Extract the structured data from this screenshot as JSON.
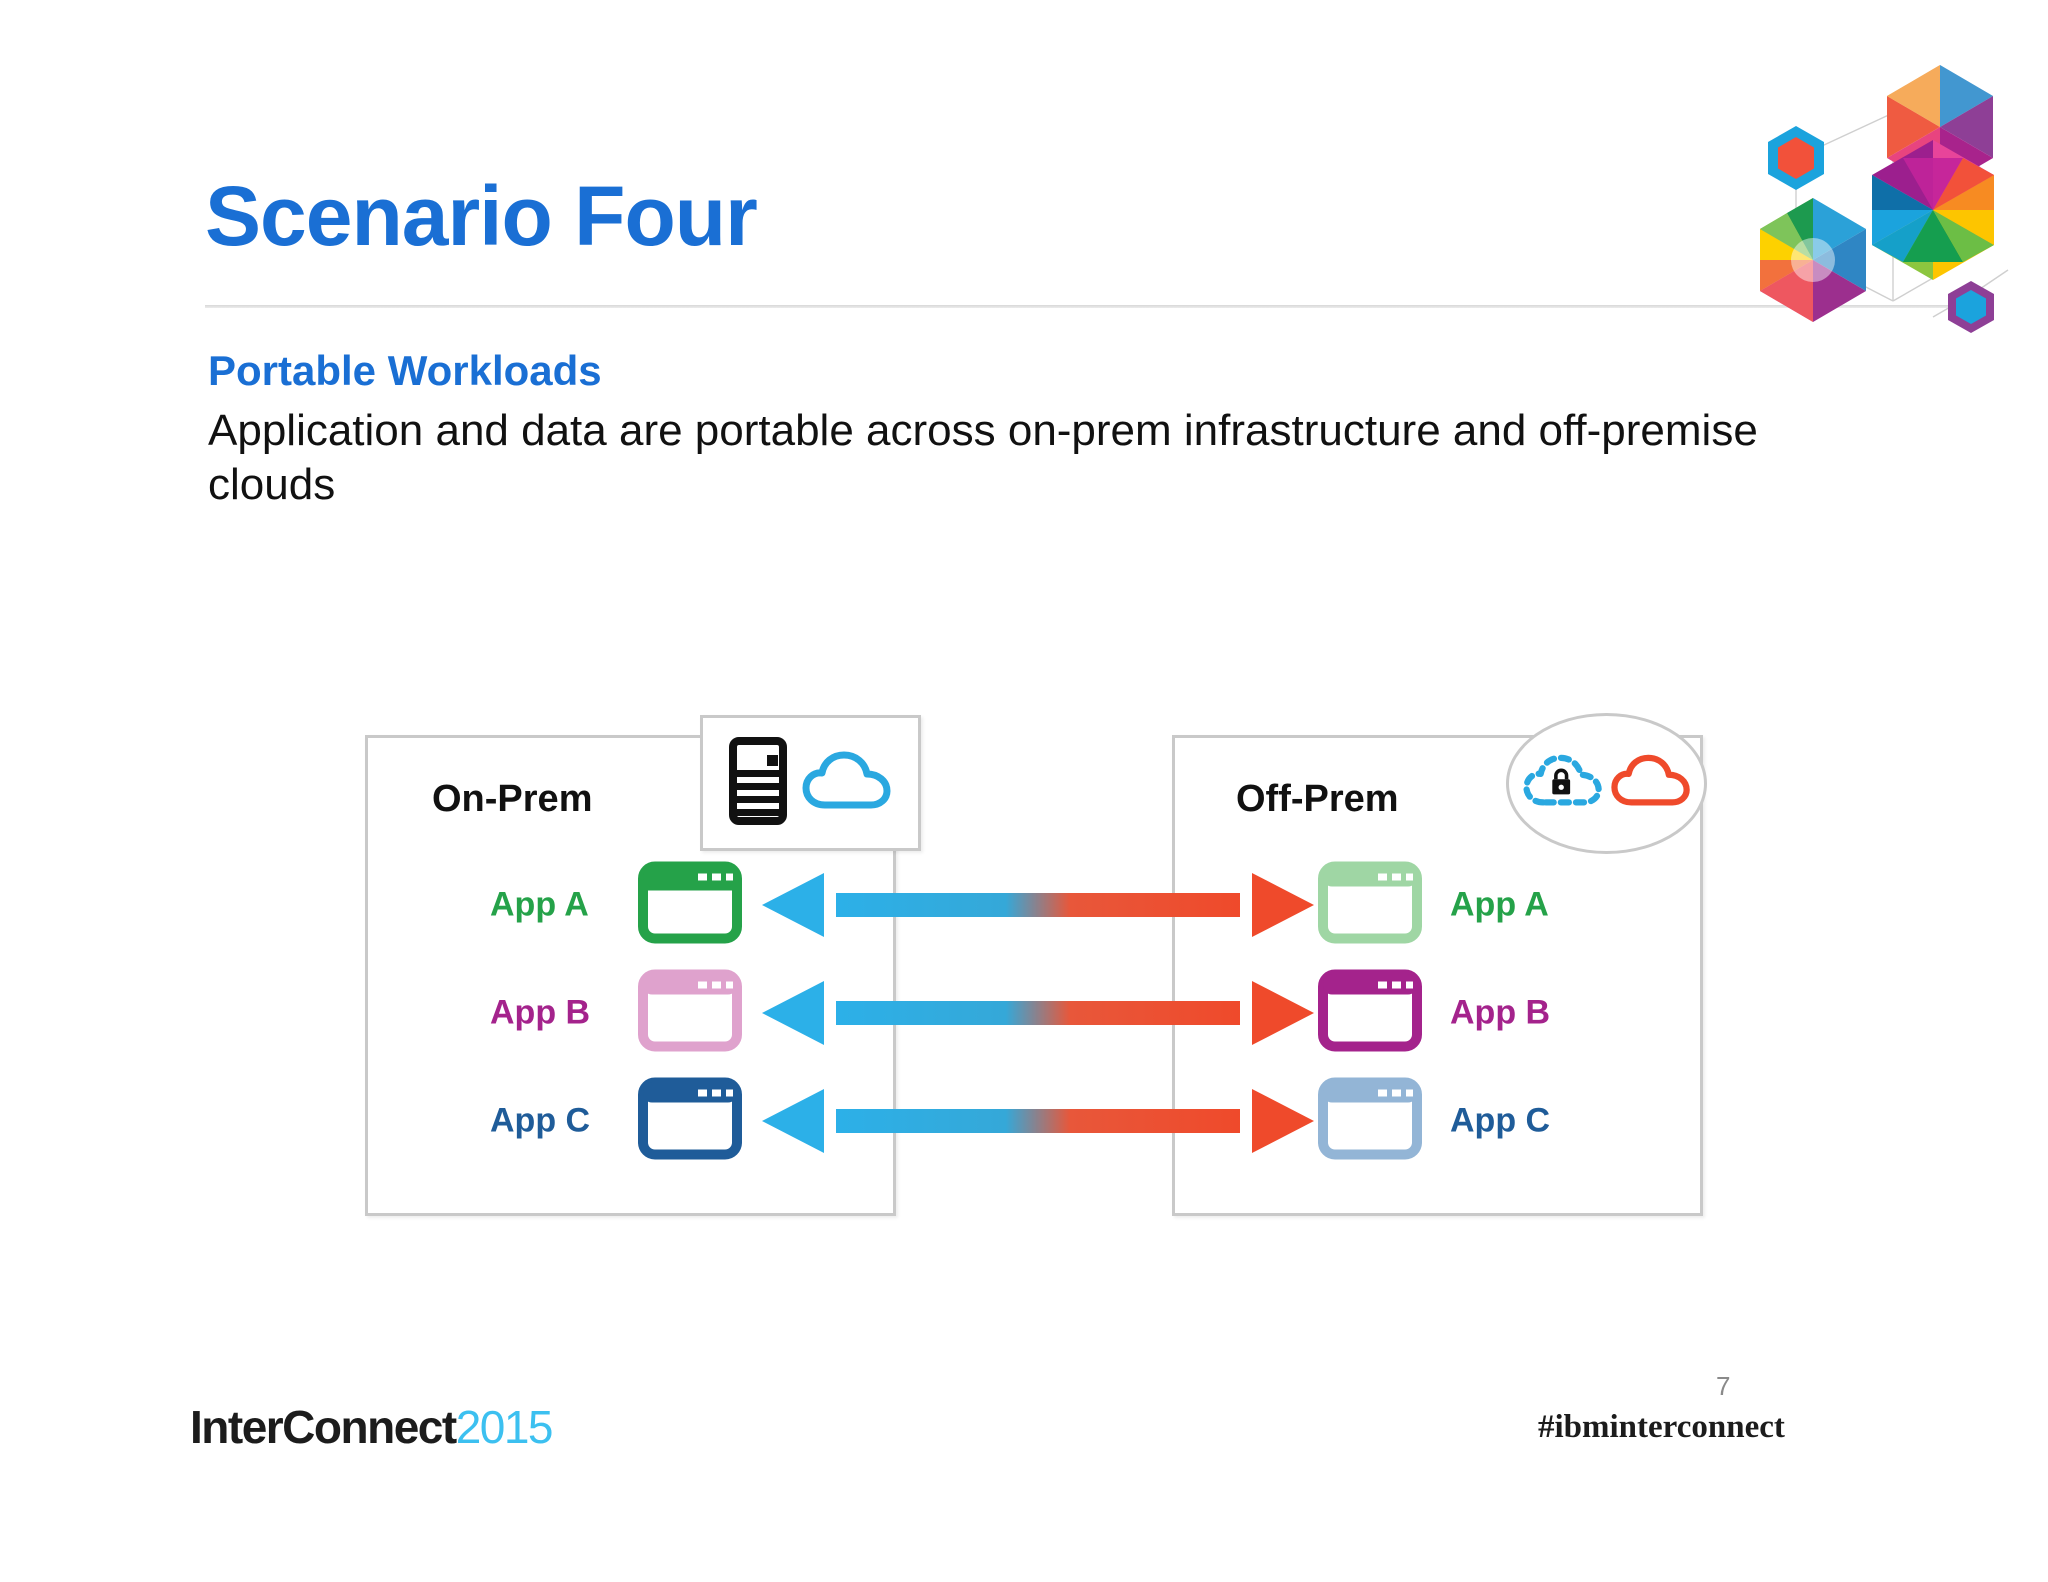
{
  "header": {
    "title": "Scenario Four",
    "subhead": "Portable Workloads",
    "body": "Application and data are portable across on-prem infrastructure and off-premise clouds"
  },
  "diagram": {
    "onprem": {
      "label": "On-Prem",
      "badge_icons": [
        "server-rack-icon",
        "cloud-icon"
      ],
      "apps": [
        {
          "label": "App A",
          "label_color": "#25a249",
          "icon_color": "#25a249",
          "icon_name": "app-window-icon"
        },
        {
          "label": "App B",
          "label_color": "#a4238c",
          "icon_color": "#dfa2cd",
          "icon_name": "app-window-icon"
        },
        {
          "label": "App C",
          "label_color": "#1f5c99",
          "icon_color": "#1f5c99",
          "icon_name": "app-window-icon"
        }
      ]
    },
    "offprem": {
      "label": "Off-Prem",
      "badge_icons": [
        "secure-cloud-lock-icon",
        "cloud-icon"
      ],
      "apps": [
        {
          "label": "App A",
          "label_color": "#25a249",
          "icon_color": "#9fd6a4",
          "icon_name": "app-window-icon"
        },
        {
          "label": "App B",
          "label_color": "#a4238c",
          "icon_color": "#a4238c",
          "icon_name": "app-window-icon"
        },
        {
          "label": "App C",
          "label_color": "#1f5c99",
          "icon_color": "#93b5d6",
          "icon_name": "app-window-icon"
        }
      ]
    },
    "arrows": [
      {
        "name": "portability-arrow-app-a",
        "direction": "bidirectional",
        "left_color": "#2cb0e8",
        "right_color": "#ef4a2b"
      },
      {
        "name": "portability-arrow-app-b",
        "direction": "bidirectional",
        "left_color": "#2cb0e8",
        "right_color": "#ef4a2b"
      },
      {
        "name": "portability-arrow-app-c",
        "direction": "bidirectional",
        "left_color": "#2cb0e8",
        "right_color": "#ef4a2b"
      }
    ]
  },
  "footer": {
    "brand_dark": "InterConnect",
    "brand_year": "2015",
    "page_number": "7",
    "hashtag": "#ibminterconnect"
  },
  "colors": {
    "title_blue": "#1a6fd4",
    "arrow_blue": "#2cb0e8",
    "arrow_red": "#ef4a2b",
    "box_border": "#c9c9c9",
    "cloud_blue": "#2aa8e0",
    "cloud_red": "#ef4a2b"
  }
}
